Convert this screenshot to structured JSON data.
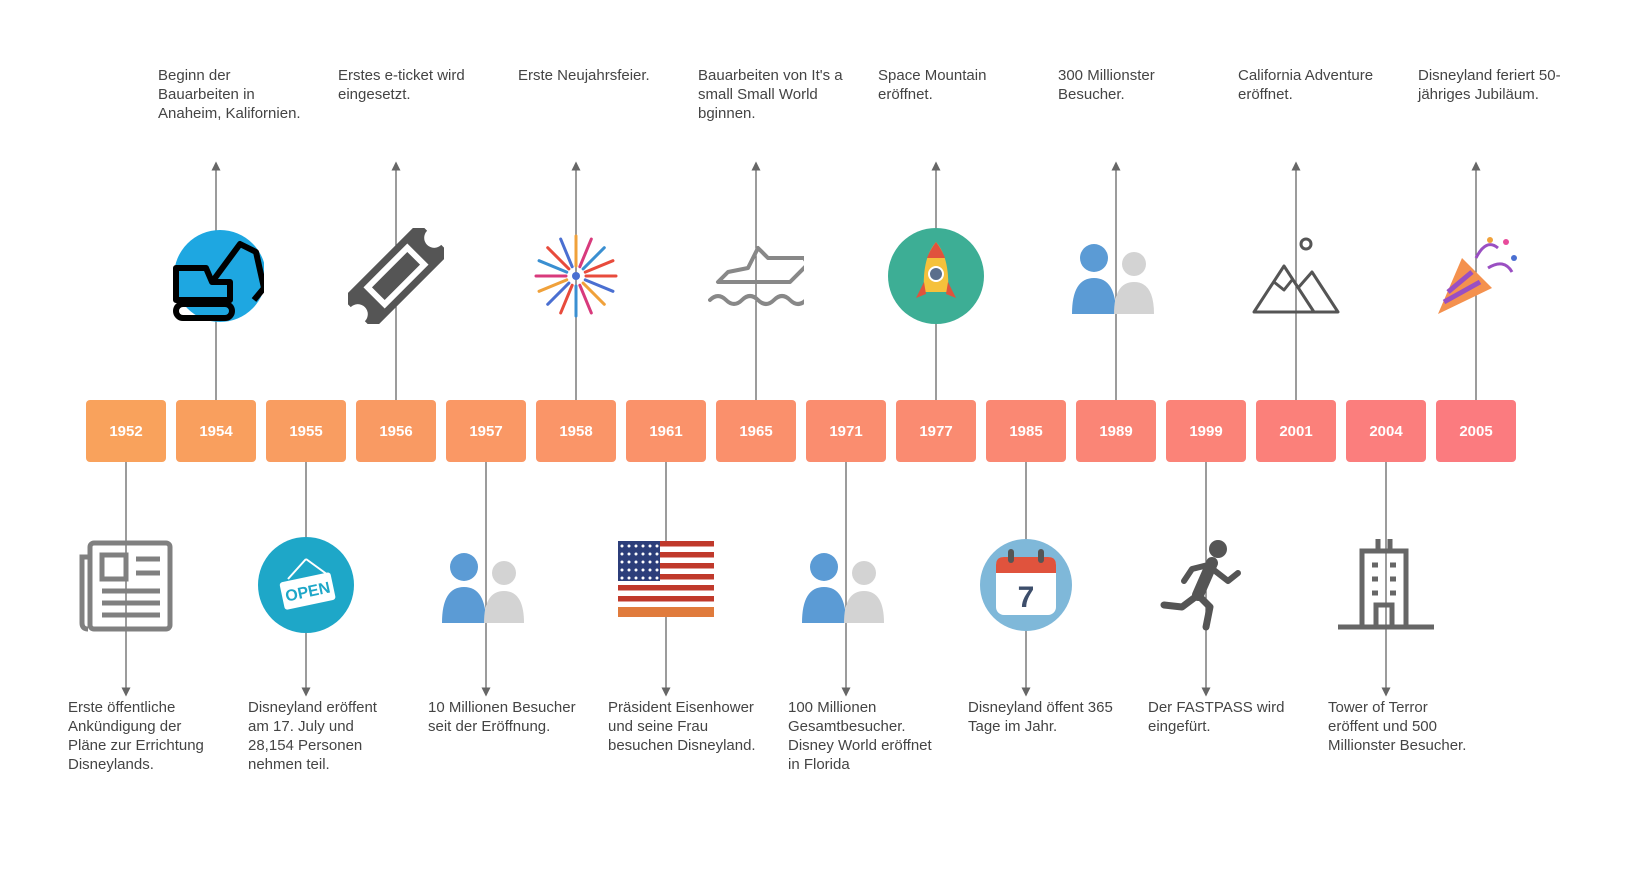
{
  "colors": {
    "year_start": "#F9A25C",
    "year_end": "#FB7B7F",
    "line": "#666666",
    "text": "#444444"
  },
  "years": [
    "1952",
    "1954",
    "1955",
    "1956",
    "1957",
    "1958",
    "1961",
    "1965",
    "1971",
    "1977",
    "1985",
    "1989",
    "1999",
    "2001",
    "2004",
    "2005"
  ],
  "top_events": [
    {
      "year": "1954",
      "icon": "excavator-icon",
      "text": "Beginn der Bauarbeiten in Anaheim, Kalifornien."
    },
    {
      "year": "1956",
      "icon": "ticket-icon",
      "text": "Erstes e-ticket wird eingesetzt."
    },
    {
      "year": "1958",
      "icon": "fireworks-icon",
      "text": "Erste Neujahrsfeier."
    },
    {
      "year": "1965",
      "icon": "boat-icon",
      "text": "Bauarbeiten von It's a small Small World bginnen."
    },
    {
      "year": "1977",
      "icon": "rocket-icon",
      "text": "Space Mountain eröffnet."
    },
    {
      "year": "1989",
      "icon": "people-icon",
      "text": "300 Millionster Besucher."
    },
    {
      "year": "2001",
      "icon": "mountains-icon",
      "text": "California Adventure eröffnet."
    },
    {
      "year": "2005",
      "icon": "party-popper-icon",
      "text": "Disneyland feriert 50-jähriges Jubiläum."
    }
  ],
  "bottom_events": [
    {
      "year": "1952",
      "icon": "newspaper-icon",
      "text": "Erste öffentliche Ankündigung der Pläne zur Errichtung Disneylands."
    },
    {
      "year": "1955",
      "icon": "open-sign-icon",
      "text": "Disneyland eröffent am 17. July und 28,154 Personen nehmen teil."
    },
    {
      "year": "1957",
      "icon": "people-icon",
      "text": "10 Millionen Besucher seit der Eröffnung."
    },
    {
      "year": "1961",
      "icon": "us-flag-icon",
      "text": "Präsident Eisenhower und seine Frau besuchen Disneyland."
    },
    {
      "year": "1971",
      "icon": "people-icon",
      "text": "100 Millionen Gesamtbesucher. Disney World eröffnet in Florida"
    },
    {
      "year": "1985",
      "icon": "calendar-icon",
      "text": "Disneyland öffent 365 Tage im Jahr."
    },
    {
      "year": "1999",
      "icon": "running-person-icon",
      "text": "Der FASTPASS wird eingefürt."
    },
    {
      "year": "2004",
      "icon": "building-icon",
      "text": "Tower of Terror eröffent und 500 Millionster Besucher."
    }
  ]
}
